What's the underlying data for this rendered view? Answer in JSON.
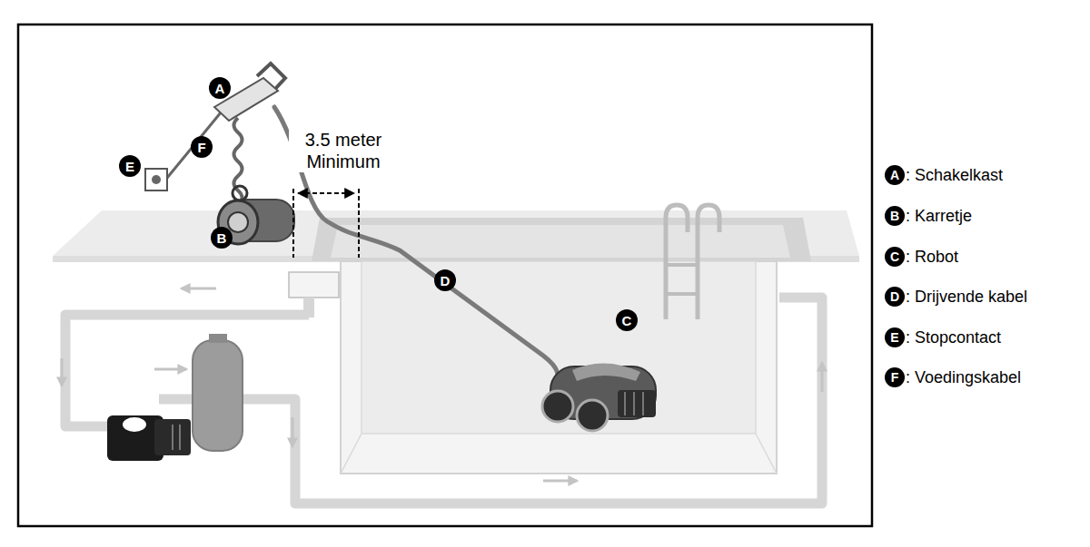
{
  "diagram": {
    "labels": [
      "A",
      "3.5 meter Minimum",
      "F",
      "E",
      "B",
      "D",
      "C",
      "A",
      ": Schakelkast",
      "B",
      ": Karretje",
      "C",
      ": Robot",
      "D",
      ": Drijvende kabel",
      "E",
      ": Stopcontact",
      "F",
      ": Voedingskabel"
    ]
  }
}
